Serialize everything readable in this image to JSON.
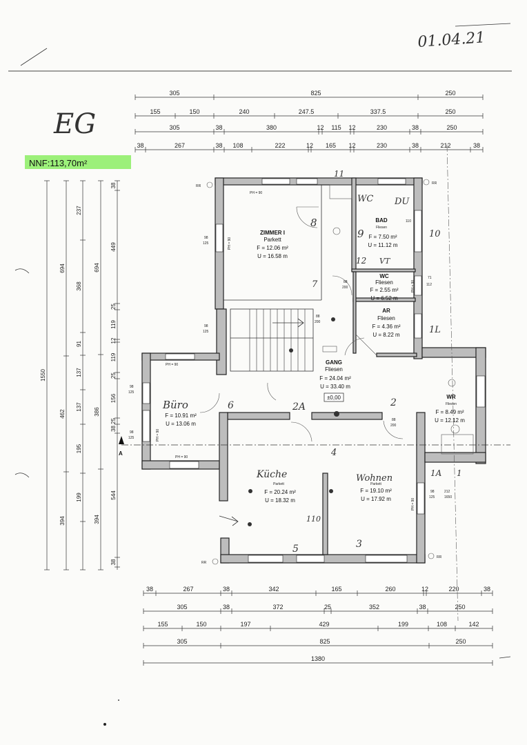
{
  "date": "01.04.21",
  "floor": "EG",
  "nnf": "NNF:113,70m²",
  "level": "±0,00",
  "marker": "A",
  "rr": "RR",
  "top_dims": [
    [
      "305",
      "825",
      "250"
    ],
    [
      "155",
      "150",
      "240",
      "247.5",
      "337.5",
      "250"
    ],
    [
      "305",
      "38",
      "380",
      "12",
      "115",
      "12",
      "230",
      "38",
      "250"
    ],
    [
      "38",
      "267",
      "38",
      "108",
      "222",
      "12",
      "165",
      "12",
      "230",
      "38",
      "212",
      "38"
    ]
  ],
  "bottom_dims": [
    [
      "38",
      "267",
      "38",
      "342",
      "165",
      "260",
      "12",
      "220",
      "38"
    ],
    [
      "305",
      "38",
      "372",
      "25",
      "352",
      "38",
      "250"
    ],
    [
      "155",
      "150",
      "197",
      "429",
      "199",
      "108",
      "142"
    ],
    [
      "305",
      "825",
      "250"
    ],
    [
      "1380"
    ]
  ],
  "left_dims": [
    [
      "1550"
    ],
    [
      "694",
      "462",
      "394"
    ],
    [
      "237",
      "368",
      "91",
      "137",
      "137",
      "195",
      "199"
    ],
    [
      "694",
      "386",
      "394"
    ],
    [
      "38",
      "449",
      "25",
      "119",
      "12",
      "119",
      "25",
      "156",
      "25",
      "38",
      "544",
      "38"
    ]
  ],
  "rooms": {
    "zimmer": {
      "name": "ZIMMER I",
      "floor": "Parkett",
      "f": "F = 12.06 m²",
      "u": "U = 16.58 m"
    },
    "bad": {
      "name": "BAD",
      "floor": "Fliesen",
      "f": "F = 7.50 m²",
      "u": "U = 11.12 m"
    },
    "wc": {
      "name": "WC",
      "floor": "Fliesen",
      "f": "F = 2.55 m²",
      "u": "U = 6.52 m"
    },
    "ar": {
      "name": "AR",
      "floor": "Fliesen",
      "f": "F = 4.36 m²",
      "u": "U = 8.22 m"
    },
    "gang": {
      "name": "GANG",
      "floor": "Fliesen",
      "f": "F = 24.04 m²",
      "u": "U = 33.40 m"
    },
    "buero": {
      "name": "",
      "floor": "",
      "f": "F = 10.91 m²",
      "u": "U = 13.06 m"
    },
    "wr": {
      "name": "WR",
      "floor": "Fliesen",
      "f": "F = 8.49 m²",
      "u": "U = 12.12 m"
    },
    "kueche": {
      "name": "",
      "floor": "Parkett",
      "f": "F = 20.24 m²",
      "u": "U = 18.32 m"
    },
    "wohnen": {
      "name": "",
      "floor": "Parkett",
      "f": "F = 19.10 m²",
      "u": "U = 17.92 m"
    }
  },
  "handwritten": {
    "buero": "Büro",
    "kueche": "Küche",
    "wohnen": "Wohnen",
    "wc": "WC",
    "du": "DU",
    "vt": "VT",
    "numbers": [
      "11",
      "10",
      "9",
      "8",
      "7",
      "12",
      "1L",
      "6",
      "2A",
      "2",
      "4",
      "5",
      "3",
      "1A",
      "1",
      "110"
    ]
  },
  "labels": {
    "ph": "PH = 90",
    "w1": "98",
    "w2": "125",
    "w3": "110",
    "w4": "88",
    "w5": "200",
    "w6": "71",
    "w7": "112",
    "w8": "212",
    "w9": "1650"
  }
}
